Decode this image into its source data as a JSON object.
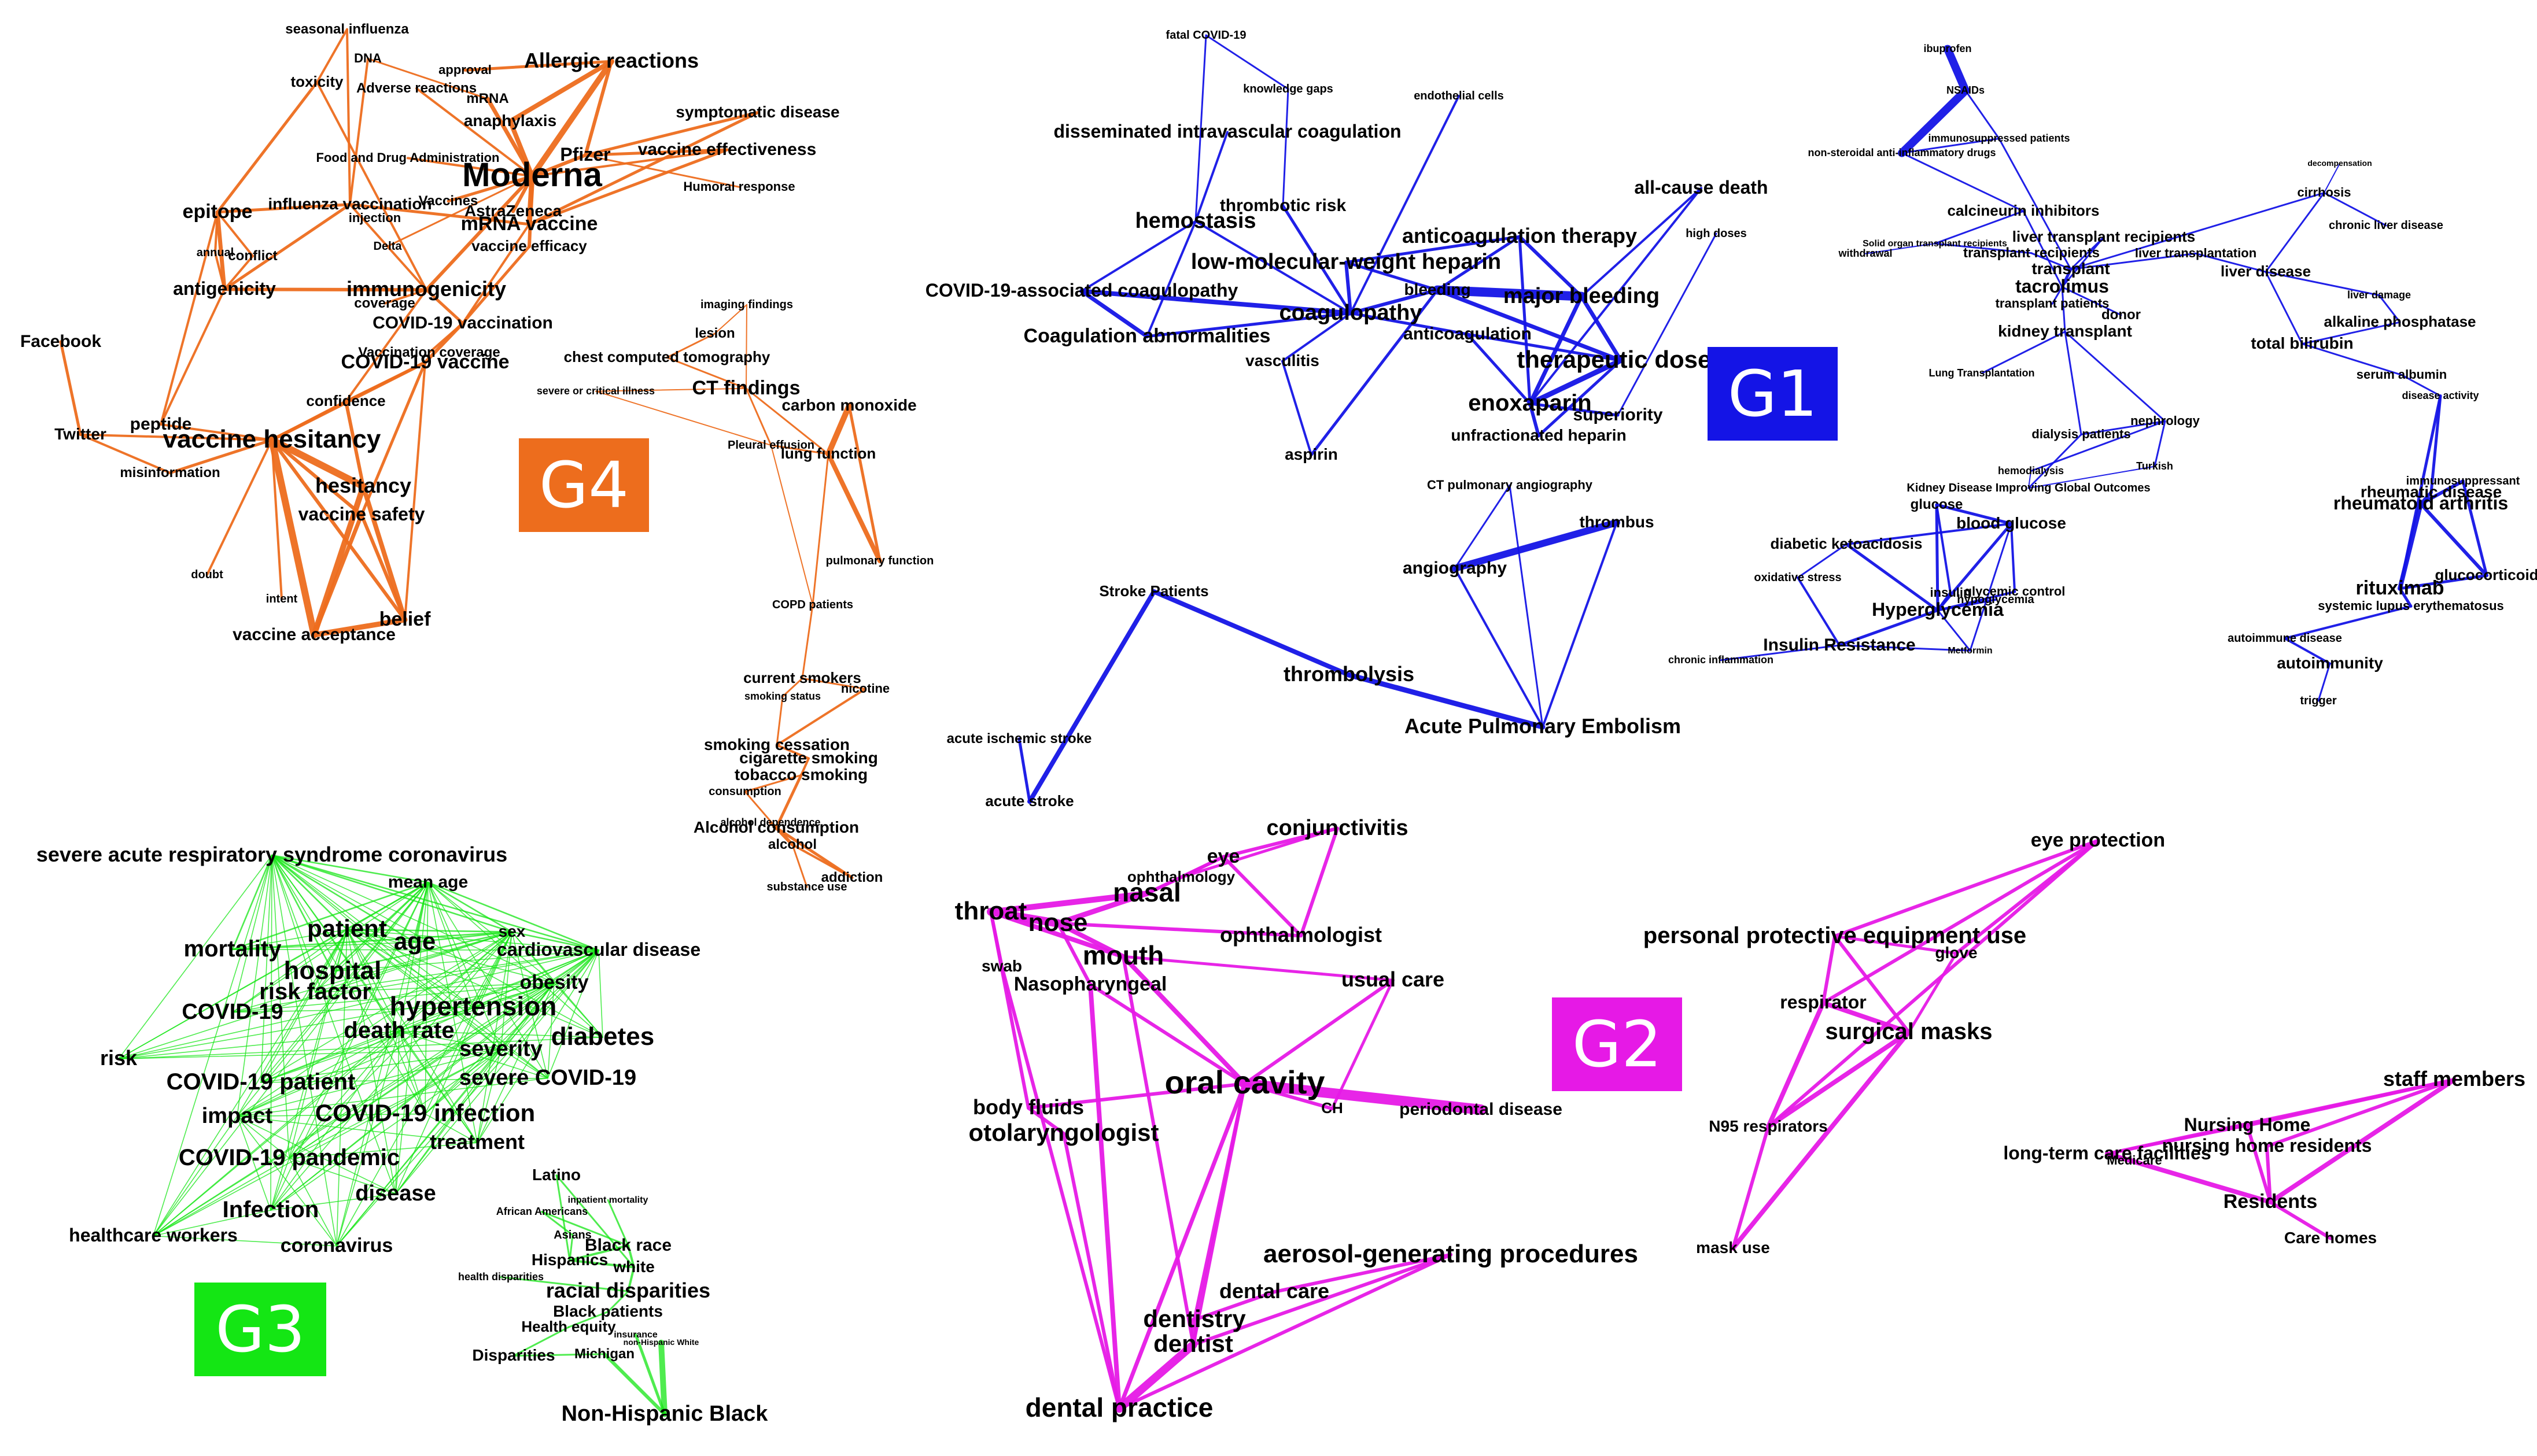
{
  "groups": {
    "G4": {
      "label": "G4",
      "color": "#ed6d1d",
      "terms": {
        "seasonal_influenza": "seasonal influenza",
        "dna": "DNA",
        "toxicity": "toxicity",
        "approval": "approval",
        "adverse_reactions": "Adverse reactions",
        "mrna": "mRNA",
        "allergic_reactions": "Allergic reactions",
        "anaphylaxis": "anaphylaxis",
        "symptomatic_disease": "symptomatic disease",
        "fda": "Food and Drug Administration",
        "pfizer": "Pfizer",
        "vaccine_effectiveness": "vaccine effectiveness",
        "moderna": "Moderna",
        "humoral_response": "Humoral response",
        "influenza_vaccination": "influenza vaccination",
        "vaccines": "Vaccines",
        "astrazeneca": "AstraZeneca",
        "epitope": "epitope",
        "injection": "injection",
        "mrna_vaccine": "mRNA vaccine",
        "annual": "annual",
        "conflict": "conflict",
        "delta": "Delta",
        "vaccine_efficacy": "vaccine efficacy",
        "antigenicity": "antigenicity",
        "immunogenicity": "immunogenicity",
        "coverage": "coverage",
        "covid19_vaccination": "COVID-19 vaccination",
        "facebook": "Facebook",
        "vaccination_coverage": "Vaccination coverage",
        "covid19_vaccine": "COVID-19 vaccine",
        "confidence": "confidence",
        "peptide": "peptide",
        "twitter": "Twitter",
        "vaccine_hesitancy": "vaccine hesitancy",
        "misinformation": "misinformation",
        "hesitancy": "hesitancy",
        "vaccine_safety": "vaccine safety",
        "doubt": "doubt",
        "intent": "intent",
        "belief": "belief",
        "vaccine_acceptance": "vaccine acceptance",
        "imaging_findings": "imaging findings",
        "lesion": "lesion",
        "chest_ct": "chest computed tomography",
        "severe_illness": "severe or critical illness",
        "ct_findings": "CT findings",
        "carbon_monoxide": "carbon monoxide",
        "pleural_effusion": "Pleural effusion",
        "lung_function": "lung function",
        "pulmonary_function": "pulmonary function",
        "copd_patients": "COPD patients",
        "current_smokers": "current smokers",
        "nicotine": "nicotine",
        "smoking_status": "smoking status",
        "smoking_cessation": "smoking cessation",
        "cigarette_smoking": "cigarette smoking",
        "tobacco_smoking": "tobacco smoking",
        "consumption": "consumption",
        "alcohol_dependence": "alcohol dependence",
        "alcohol_consumption": "Alcohol consumption",
        "alcohol": "alcohol",
        "addiction": "addiction",
        "substance_use": "substance use"
      }
    },
    "G1": {
      "label": "G1",
      "color": "#1414e6",
      "terms": {
        "fatal_covid": "fatal COVID-19",
        "knowledge_gaps": "knowledge gaps",
        "endothelial_cells": "endothelial cells",
        "dic": "disseminated intravascular coagulation",
        "thrombotic_risk": "thrombotic risk",
        "hemostasis": "hemostasis",
        "anticoag_therapy": "anticoagulation therapy",
        "lmwh": "low-molecular-weight heparin",
        "bleeding": "bleeding",
        "major_bleeding": "major bleeding",
        "all_cause_death": "all-cause death",
        "high_doses": "high doses",
        "cac": "COVID-19-associated coagulopathy",
        "coagulopathy": "coagulopathy",
        "anticoagulation": "anticoagulation",
        "coag_abnormalities": "Coagulation abnormalities",
        "therapeutic_doses": "therapeutic doses",
        "vasculitis": "vasculitis",
        "enoxaparin": "enoxaparin",
        "superiority": "superiority",
        "ufh": "unfractionated heparin",
        "aspirin": "aspirin",
        "ctpa": "CT pulmonary angiography",
        "thrombus": "thrombus",
        "angiography": "angiography",
        "stroke_patients": "Stroke Patients",
        "thrombolysis": "thrombolysis",
        "ape": "Acute Pulmonary Embolism",
        "acute_ischemic_stroke": "acute ischemic stroke",
        "acute_stroke": "acute stroke",
        "ibuprofen": "ibuprofen",
        "nsaids": "NSAIDs",
        "immunosuppressed": "immunosuppressed patients",
        "non_steroidal": "non-steroidal anti-inflammatory drugs",
        "decompensation": "decompensation",
        "cirrhosis": "cirrhosis",
        "chronic_liver": "chronic liver disease",
        "calcineurin": "calcineurin inhibitors",
        "sotr": "Solid organ transplant recipients",
        "withdrawal": "withdrawal",
        "liver_tx_recipients": "liver transplant recipients",
        "liver_transplantation": "liver transplantation",
        "transplant_recipients": "transplant recipients",
        "transplant": "transplant",
        "liver_disease": "liver disease",
        "tacrolimus": "tacrolimus",
        "transplant_patients": "transplant patients",
        "donor": "donor",
        "kidney_transplant": "kidney transplant",
        "liver_damage": "liver damage",
        "alp": "alkaline phosphatase",
        "total_bilirubin": "total bilirubin",
        "serum_albumin": "serum albumin",
        "lung_transplantation": "Lung Transplantation",
        "disease_activity": "disease activity",
        "dialysis_patients": "dialysis patients",
        "nephrology": "nephrology",
        "immunosuppressant": "immunosuppressant",
        "rheumatic_disease": "rheumatic disease",
        "hemodialysis": "hemodialysis",
        "turkish": "Turkish",
        "kdigo": "Kidney Disease Improving Global Outcomes",
        "rheumatoid_arthritis": "rheumatoid arthritis",
        "glucose": "glucose",
        "blood_glucose": "blood glucose",
        "dka": "diabetic ketoacidosis",
        "glucocorticoid": "glucocorticoid",
        "oxidative_stress": "oxidative stress",
        "insulin": "insulin",
        "glycemic_control": "glycemic control",
        "hypoglycemia": "hypoglycemia",
        "rituximab": "rituximab",
        "hyperglycemia": "Hyperglycemia",
        "sle": "systemic lupus erythematosus",
        "insulin_resistance": "Insulin Resistance",
        "autoimmune_disease": "autoimmune disease",
        "chronic_inflammation": "chronic inflammation",
        "metformin": "Metformin",
        "autoimmunity": "autoimmunity",
        "trigger": "trigger"
      }
    },
    "G3": {
      "label": "G3",
      "color": "#14e614",
      "terms": {
        "sars": "severe acute respiratory syndrome coronavirus",
        "mean_age": "mean age",
        "sex": "sex",
        "patient": "patient",
        "age": "age",
        "mortality": "mortality",
        "cvd": "cardiovascular disease",
        "hospital": "hospital",
        "risk_factor": "risk factor",
        "obesity": "obesity",
        "covid19": "COVID-19",
        "hypertension": "hypertension",
        "death_rate": "death rate",
        "diabetes": "diabetes",
        "risk": "risk",
        "severity": "severity",
        "covid_patient": "COVID-19 patient",
        "severe_covid": "severe COVID-19",
        "impact": "impact",
        "covid_infection": "COVID-19 infection",
        "treatment": "treatment",
        "covid_pandemic": "COVID-19 pandemic",
        "disease": "disease",
        "infection": "Infection",
        "healthcare_workers": "healthcare workers",
        "coronavirus": "coronavirus",
        "latino": "Latino",
        "inpatient_mortality": "inpatient mortality",
        "african_americans": "African Americans",
        "asians": "Asians",
        "black_race": "Black race",
        "hispanics": "Hispanics",
        "white": "white",
        "health_disparities": "health disparities",
        "racial_disparities": "racial disparities",
        "black_patients": "Black patients",
        "health_equity": "Health equity",
        "insurance": "insurance",
        "non_hispanic_white": "non-Hispanic White",
        "disparities": "Disparities",
        "michigan": "Michigan",
        "non_hispanic_black": "Non-Hispanic Black"
      }
    },
    "G2": {
      "label": "G2",
      "color": "#e619e6",
      "terms": {
        "conjunctivitis": "conjunctivitis",
        "eye": "eye",
        "ophthalmology": "ophthalmology",
        "nasal": "nasal",
        "throat": "throat",
        "nose": "nose",
        "ophthalmologist": "ophthalmologist",
        "swab": "swab",
        "mouth": "mouth",
        "nasopharyngeal": "Nasopharyngeal",
        "usual_care": "usual care",
        "oral_cavity": "oral cavity",
        "body_fluids": "body fluids",
        "ch": "CH",
        "periodontal": "periodontal disease",
        "otolaryngologist": "otolaryngologist",
        "agp": "aerosol-generating procedures",
        "dental_care": "dental care",
        "dentistry": "dentistry",
        "dentist": "dentist",
        "dental_practice": "dental practice",
        "eye_protection": "eye protection",
        "ppe_use": "personal protective equipment use",
        "glove": "glove",
        "respirator": "respirator",
        "surgical_masks": "surgical masks",
        "n95": "N95 respirators",
        "mask_use": "mask use",
        "staff_members": "staff members",
        "nursing_home": "Nursing Home",
        "nh_residents": "nursing home residents",
        "ltcf": "long-term care facilities",
        "medicare": "Medicare",
        "residents": "Residents",
        "care_homes": "Care homes"
      }
    }
  }
}
